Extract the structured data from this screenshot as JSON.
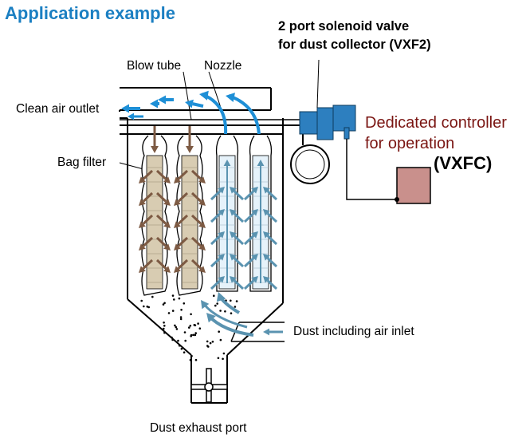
{
  "title": "Application example",
  "labels": {
    "valve_line1": "2 port solenoid valve",
    "valve_line2": "for dust collector (VXF2)",
    "blow_tube": "Blow tube",
    "nozzle": "Nozzle",
    "clean_air_outlet": "Clean air outlet",
    "bag_filter": "Bag filter",
    "controller_line1": "Dedicated controller",
    "controller_line2": "for operation",
    "controller_model": "(VXFC)",
    "dust_air_inlet": "Dust including air inlet",
    "dust_exhaust_port": "Dust exhaust port"
  },
  "colors": {
    "title": "#1b7fc2",
    "clean_air_arrow": "#1e8fd6",
    "air_flow_arrow": "#5a93b0",
    "dust_flow_arrow": "#7d5a43",
    "dirty_bag_fill": "#d8ccb2",
    "clean_bag_fill": "#e6f2fa",
    "valve_body": "#2d7fbf",
    "controller_fill": "#c9908c",
    "controller_text": "#7a1512"
  }
}
